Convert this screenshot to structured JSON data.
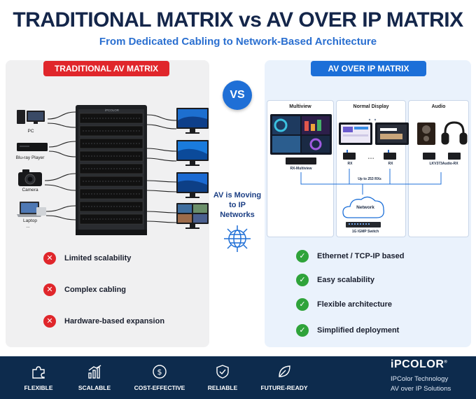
{
  "header": {
    "title": "TRADITIONAL MATRIX vs AV OVER IP MATRIX",
    "subtitle": "From Dedicated Cabling to Network-Based Architecture"
  },
  "left": {
    "pill": "TRADITIONAL AV MATRIX",
    "devices": [
      "PC",
      "Blu-ray Player",
      "Camera",
      "Laptop",
      "..."
    ],
    "rack_brand": "iPCOLOR",
    "features": [
      "Limited scalability",
      "Complex cabling",
      "Hardware-based expansion"
    ]
  },
  "center": {
    "vs": "VS",
    "moving": "AV is Moving to IP Networks"
  },
  "right": {
    "pill": "AV OVER IP MATRIX",
    "cards": {
      "multiview": "Multiview",
      "normal": "Normal Display",
      "audio": "Audio"
    },
    "labels": {
      "rx_multiview": "RX-Multiview",
      "rx1": "RX",
      "rx2": "RX",
      "dots": "• • •",
      "audio_rx": "LKV373Audio-RX",
      "up_to": "Up to 253 RXs",
      "network": "Network",
      "switch": "1G IGMP Switch"
    },
    "features": [
      "Ethernet / TCP-IP based",
      "Easy scalability",
      "Flexible architecture",
      "Simplified deployment"
    ]
  },
  "footer": {
    "items": [
      "FLEXIBLE",
      "SCALABLE",
      "COST-EFFECTIVE",
      "RELIABLE",
      "FUTURE-READY"
    ],
    "brand": "iPCOLOR",
    "brand_mark": "®",
    "tag1": "IPColor Technology",
    "tag2": "AV over IP Solutions"
  },
  "colors": {
    "title": "#14264a",
    "subtitle": "#2a6fd0",
    "red": "#e0262b",
    "blue": "#1c6fd8",
    "green": "#2fa33a",
    "footer": "#0d2b4d"
  }
}
